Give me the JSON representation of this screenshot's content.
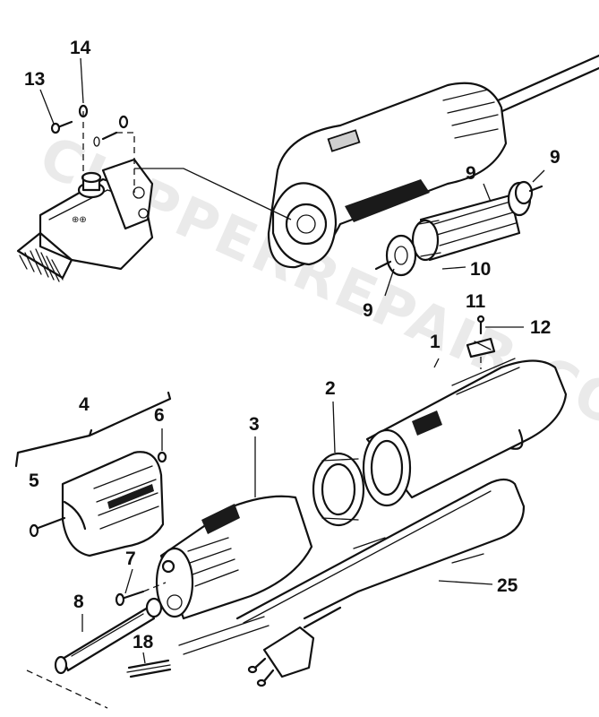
{
  "watermark": "CLIPPERREPAIR.COM",
  "callouts": {
    "c13": "13",
    "c14": "14",
    "c9a": "9",
    "c9b": "9",
    "c9c": "9",
    "c10": "10",
    "c11": "11",
    "c12": "12",
    "c1": "1",
    "c2": "2",
    "c3": "3",
    "c4": "4",
    "c5": "5",
    "c6": "6",
    "c7": "7",
    "c8": "8",
    "c18": "18",
    "c25": "25"
  }
}
